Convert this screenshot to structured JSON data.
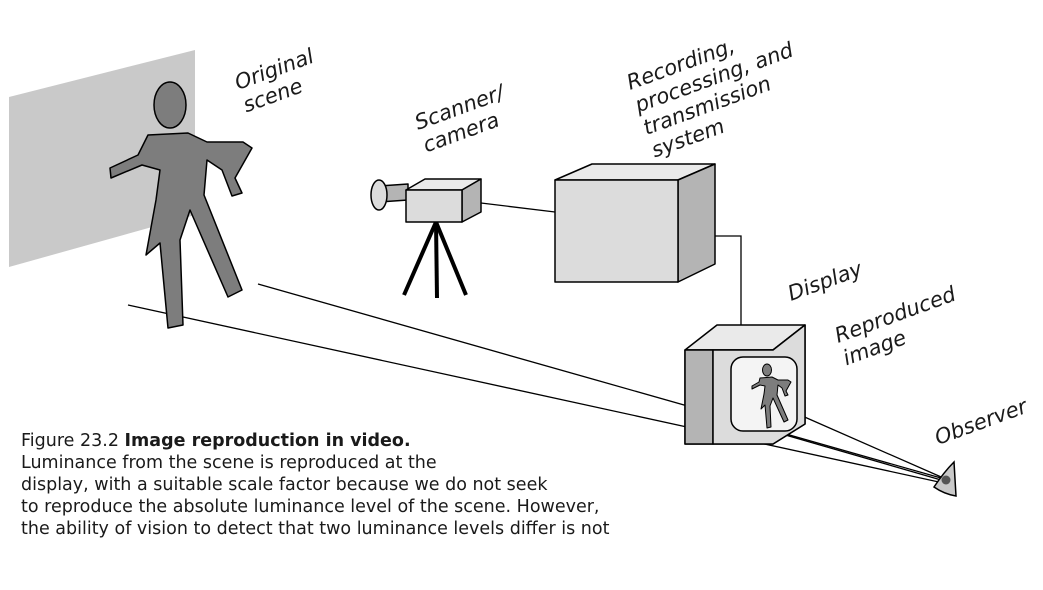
{
  "diagram": {
    "labels": {
      "original_scene": [
        "Original",
        "scene"
      ],
      "scanner_camera": [
        "Scanner/",
        "camera"
      ],
      "system": [
        "Recording,",
        "processing, and",
        "transmission",
        "system"
      ],
      "display": "Display",
      "reproduced_image": [
        "Reproduced",
        "image"
      ],
      "observer": "Observer"
    }
  },
  "caption": {
    "figure_number": "Figure 23.2",
    "title": "Image reproduction in video.",
    "lines": [
      "Luminance from the scene is reproduced at the",
      "display, with a suitable scale factor because we do not seek",
      "to reproduce the absolute luminance level of the scene. However,",
      "the ability of vision to detect that two luminance levels differ is not"
    ]
  },
  "colors": {
    "scene_backdrop": "#c9c9c9",
    "figure": "#7d7d7d",
    "equipment_face": "#dcdcdc",
    "equipment_side": "#b4b4b4",
    "equipment_top": "#eaeaea",
    "outline": "#000000"
  }
}
